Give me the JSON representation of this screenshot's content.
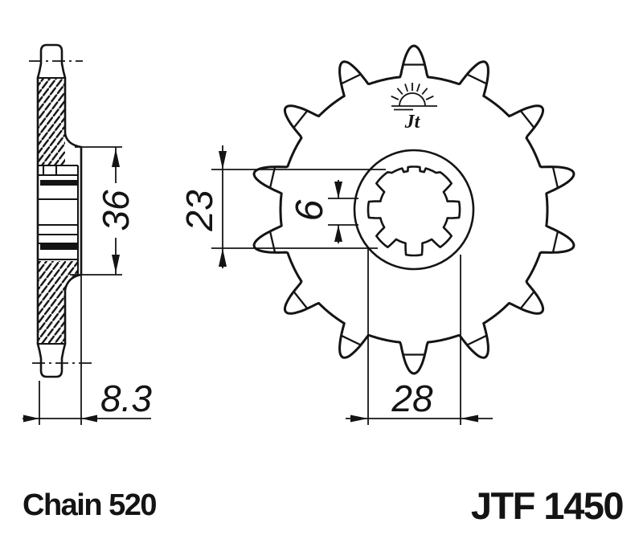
{
  "drawing": {
    "part_number": "JTF 1450",
    "chain_label": "Chain 520",
    "logo_text": "Jt",
    "dimensions": {
      "boss_length": "36",
      "overall_width": "8.3",
      "bore_diameter": "23",
      "spline_groove_width": "6",
      "spline_outer_diameter": "28"
    },
    "sprocket": {
      "teeth": 14
    },
    "colors": {
      "ink": "#141414",
      "paper": "#ffffff"
    }
  }
}
